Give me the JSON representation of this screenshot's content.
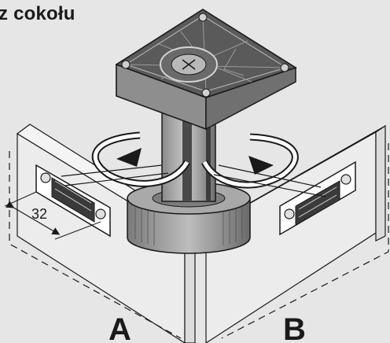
{
  "title": "z cokołu",
  "labels": {
    "panel_a": "A",
    "panel_b": "B",
    "dimension": "32"
  },
  "colors": {
    "background": "#e6e6e6",
    "line": "#1a1a1a",
    "part_dark": "#5f5f5f",
    "part_mid": "#8c8c8c",
    "part_light": "#bdbdbd",
    "white": "#ffffff"
  }
}
